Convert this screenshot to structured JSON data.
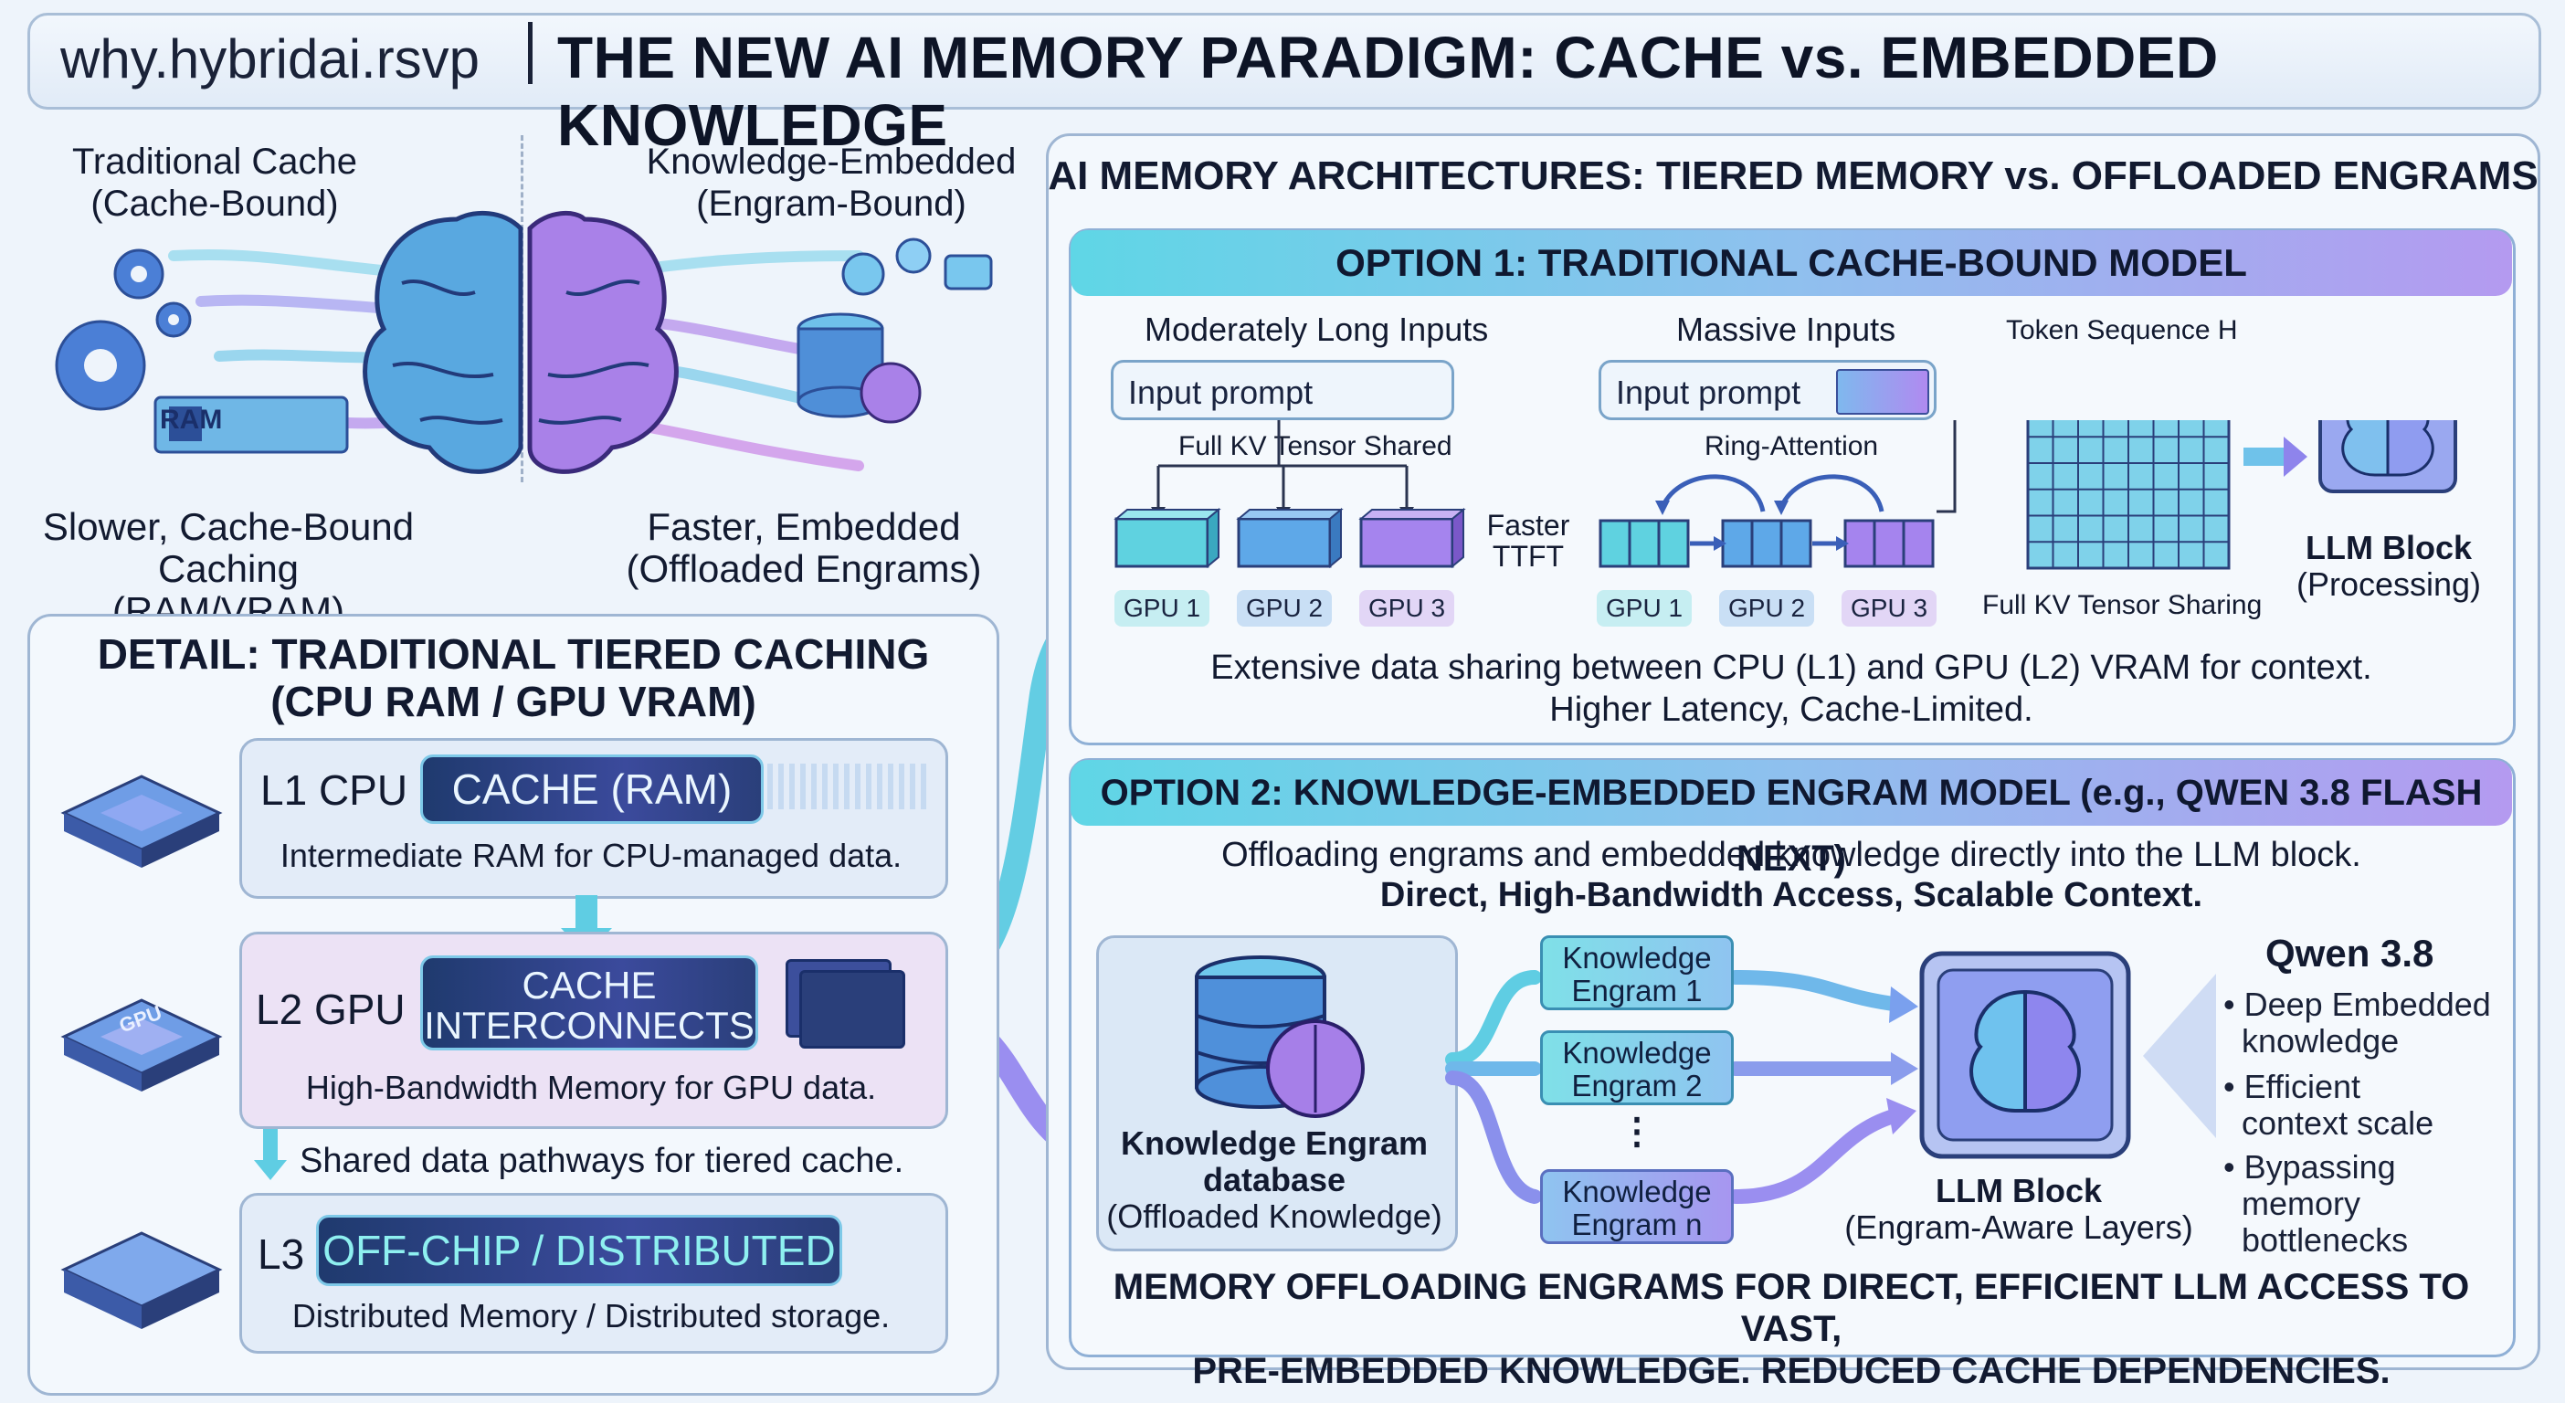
{
  "header": {
    "site": "why.hybridai.rsvp",
    "title": "THE NEW AI MEMORY PARADIGM: CACHE vs. EMBEDDED KNOWLEDGE"
  },
  "hero": {
    "left_title_1": "Traditional Cache",
    "left_title_2": "(Cache-Bound)",
    "right_title_1": "Knowledge-Embedded",
    "right_title_2": "(Engram-Bound)",
    "ram_label": "RAM",
    "left_caption_1": "Slower, Cache-Bound",
    "left_caption_2": "Caching (RAM/VRAM)",
    "right_caption_1": "Faster, Embedded",
    "right_caption_2": "(Offloaded Engrams)"
  },
  "detail": {
    "title_1": "DETAIL: TRADITIONAL TIERED CACHING",
    "title_2": "(CPU RAM / GPU VRAM)",
    "gpu_chip_label": "GPU",
    "l1": {
      "name": "L1 CPU",
      "badge": "CACHE (RAM)",
      "desc": "Intermediate RAM for CPU-managed data."
    },
    "l2": {
      "name": "L2 GPU",
      "badge_1": "CACHE",
      "badge_2": "INTERCONNECTS",
      "desc": "High-Bandwidth Memory for GPU data."
    },
    "pathway": "Shared data pathways for tiered cache.",
    "l3": {
      "name": "L3",
      "badge": "OFF-CHIP / DISTRIBUTED",
      "desc": "Distributed Memory / Distributed storage."
    }
  },
  "arch": {
    "title": "AI MEMORY ARCHITECTURES:  TIERED MEMORY vs. OFFLOADED ENGRAMS",
    "opt1": {
      "title": "OPTION 1: TRADITIONAL CACHE-BOUND MODEL",
      "moderate_label": "Moderately Long Inputs",
      "massive_label": "Massive Inputs",
      "token_label": "Token Sequence H",
      "input_prompt": "Input prompt",
      "full_kv_shared": "Full KV Tensor Shared",
      "ring_attention": "Ring-Attention",
      "faster_1": "Faster",
      "faster_2": "TTFT",
      "gpus": [
        "GPU 1",
        "GPU 2",
        "GPU 3"
      ],
      "full_kv_sharing": "Full KV Tensor Sharing",
      "llm_1": "LLM Block",
      "llm_2": "(Processing)",
      "desc_1": "Extensive data sharing between CPU (L1) and GPU (L2) VRAM for context.",
      "desc_2": "Higher Latency, Cache-Limited."
    },
    "opt2": {
      "title": "OPTION 2: KNOWLEDGE-EMBEDDED ENGRAM MODEL (e.g., QWEN 3.8 FLASH NEXT)",
      "desc_1": "Offloading engrams and embedded knowledge directly into the LLM block.",
      "desc_2": "Direct, High-Bandwidth Access, Scalable Context.",
      "db_1": "Knowledge Engram",
      "db_2": "database",
      "db_3": "(Offloaded Knowledge)",
      "engrams": [
        {
          "l1": "Knowledge",
          "l2": "Engram 1"
        },
        {
          "l1": "Knowledge",
          "l2": "Engram 2"
        },
        {
          "l1": "Knowledge",
          "l2": "Engram n"
        }
      ],
      "dots": "⋮",
      "llm_1": "LLM Block",
      "llm_2": "(Engram-Aware Layers)",
      "qwen_title": "Qwen 3.8",
      "bullets": [
        {
          "l1": "Deep Embedded",
          "l2": "knowledge"
        },
        {
          "l1": "Efficient",
          "l2": "context scale"
        },
        {
          "l1": "Bypassing",
          "l2": "memory",
          "l3": "bottlenecks"
        }
      ],
      "footer_1": "MEMORY OFFLOADING ENGRAMS FOR DIRECT, EFFICIENT LLM ACCESS TO VAST,",
      "footer_2": "PRE-EMBEDDED KNOWLEDGE. REDUCED CACHE DEPENDENCIES."
    }
  }
}
